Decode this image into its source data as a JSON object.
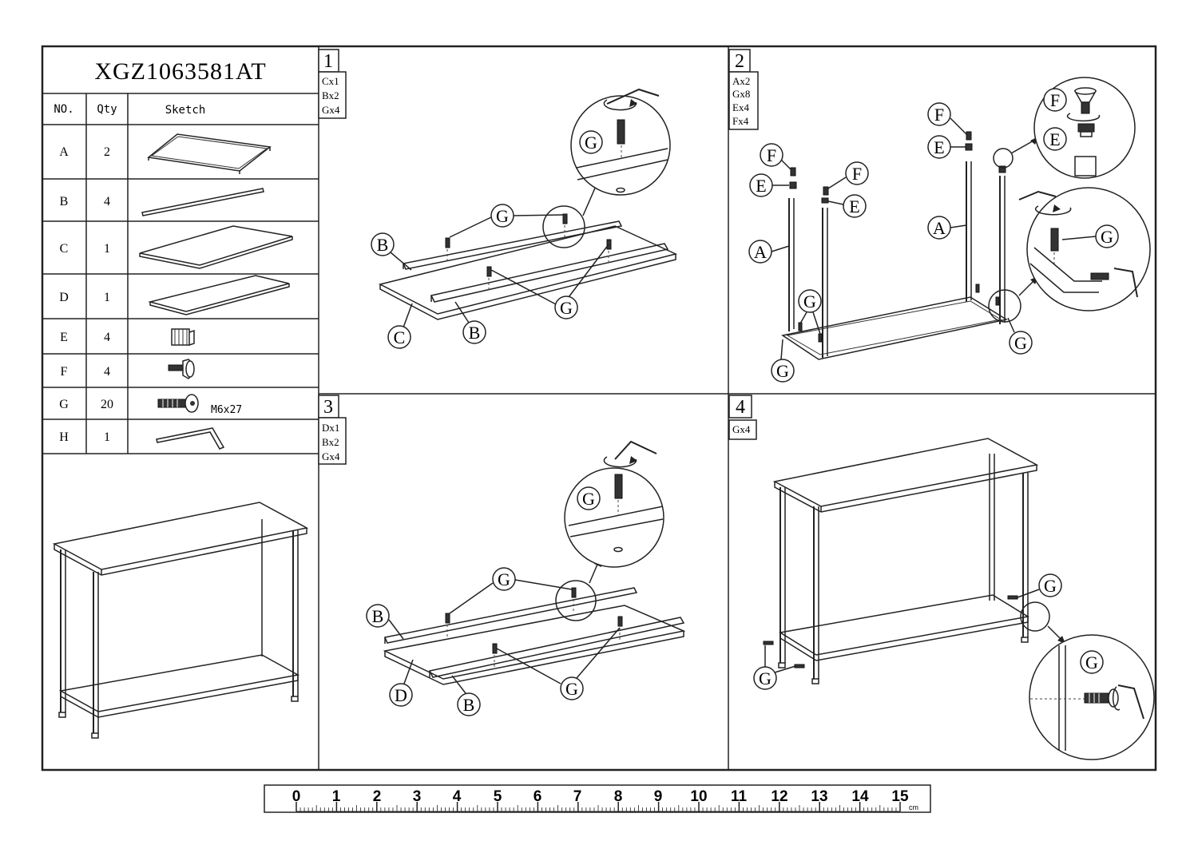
{
  "sheet": {
    "model": "XGZ1063581AT",
    "table_headers": {
      "no": "NO.",
      "qty": "Qty",
      "sketch": "Sketch"
    },
    "parts": [
      {
        "no": "A",
        "qty": "2",
        "sketch": "side-frame"
      },
      {
        "no": "B",
        "qty": "4",
        "sketch": "bar"
      },
      {
        "no": "C",
        "qty": "1",
        "sketch": "top-panel"
      },
      {
        "no": "D",
        "qty": "1",
        "sketch": "shelf-panel"
      },
      {
        "no": "E",
        "qty": "4",
        "sketch": "tube-insert"
      },
      {
        "no": "F",
        "qty": "4",
        "sketch": "leveling-foot"
      },
      {
        "no": "G",
        "qty": "20",
        "sketch": "bolt",
        "spec": "M6x27"
      },
      {
        "no": "H",
        "qty": "1",
        "sketch": "allen-key"
      }
    ]
  },
  "steps": [
    {
      "number": "1",
      "parts": [
        "Cx1",
        "Bx2",
        "Gx4"
      ]
    },
    {
      "number": "2",
      "parts": [
        "Ax2",
        "Gx8",
        "Ex4",
        "Fx4"
      ]
    },
    {
      "number": "3",
      "parts": [
        "Dx1",
        "Bx2",
        "Gx4"
      ]
    },
    {
      "number": "4",
      "parts": [
        "Gx4"
      ]
    }
  ],
  "callouts": {
    "A": "A",
    "B": "B",
    "C": "C",
    "D": "D",
    "E": "E",
    "F": "F",
    "G": "G"
  },
  "ruler": {
    "labels": [
      "0",
      "1",
      "2",
      "3",
      "4",
      "5",
      "6",
      "7",
      "8",
      "9",
      "10",
      "11",
      "12",
      "13",
      "14",
      "15"
    ],
    "unit": "cm"
  }
}
